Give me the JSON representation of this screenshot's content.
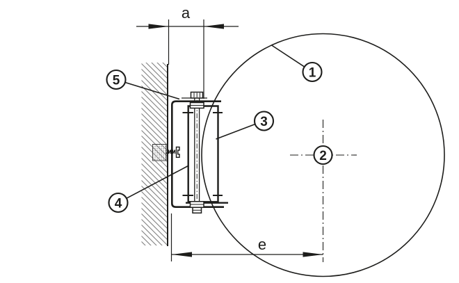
{
  "figure": {
    "kind": "technical-installation-drawing",
    "background": "#ffffff",
    "line_color": "#1d1d1b",
    "hatch_color": "#808080",
    "dimension_labels": {
      "top": "a",
      "bottom": "e"
    },
    "callouts": [
      {
        "number": "1",
        "target": "fan-plate-circle"
      },
      {
        "number": "2",
        "target": "fan-axis-center"
      },
      {
        "number": "3",
        "target": "clamp-bracket"
      },
      {
        "number": "4",
        "target": "support-rail"
      },
      {
        "number": "5",
        "target": "wall-bracket"
      }
    ]
  }
}
